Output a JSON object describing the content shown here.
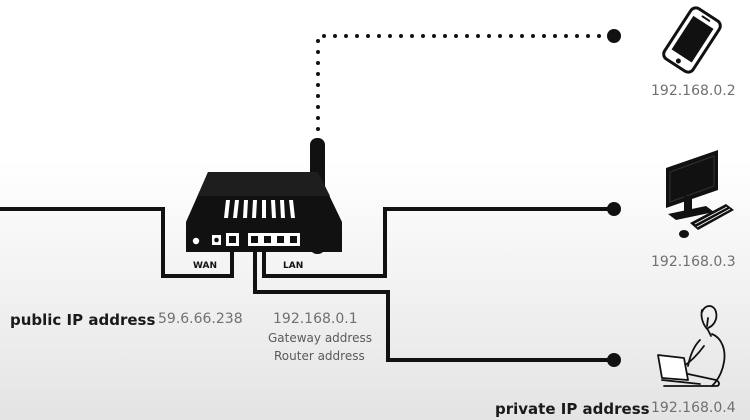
{
  "router": {
    "wan_label": "WAN",
    "lan_label": "LAN"
  },
  "public": {
    "label": "public IP address",
    "ip": "59.6.66.238"
  },
  "gateway": {
    "ip": "192.168.0.1",
    "line1": "Gateway address",
    "line2": "Router address"
  },
  "private": {
    "label": "private IP address"
  },
  "devices": [
    {
      "type": "phone",
      "ip": "192.168.0.2",
      "connection": "wireless"
    },
    {
      "type": "desktop",
      "ip": "192.168.0.3",
      "connection": "wired"
    },
    {
      "type": "laptop-user",
      "ip": "192.168.0.4",
      "connection": "wired"
    }
  ],
  "icons": [
    "router-icon",
    "phone-icon",
    "desktop-computer-icon",
    "laptop-user-icon"
  ]
}
